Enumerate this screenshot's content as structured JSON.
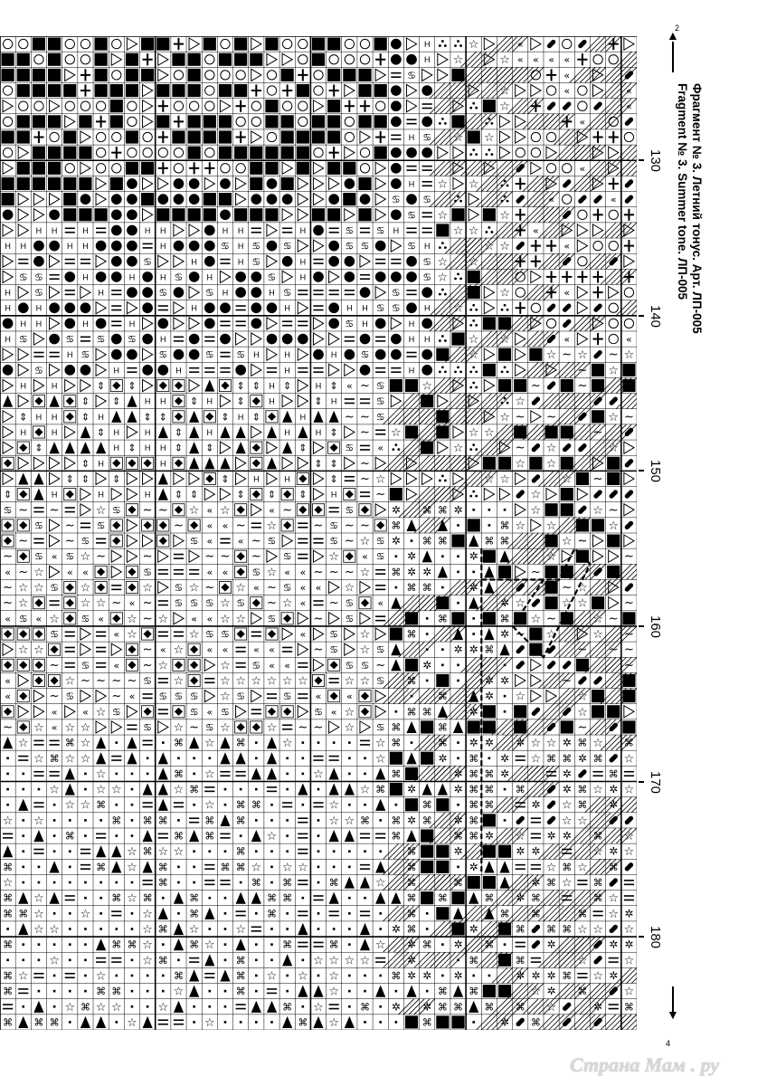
{
  "caption": {
    "ru": "Фрагмент № 3.  Летний тонус.  Арт. ЛП-005",
    "en": "Fragment № 3.  Summer tone.  ЛП-005"
  },
  "page_marks": {
    "top": "2",
    "bottom": "4"
  },
  "row_ruler": [
    {
      "label": "130",
      "row": 8
    },
    {
      "label": "140",
      "row": 18
    },
    {
      "label": "150",
      "row": 28
    },
    {
      "label": "160",
      "row": 38
    },
    {
      "label": "170",
      "row": 48
    },
    {
      "label": "180",
      "row": 58
    }
  ],
  "grid": {
    "columns": 41,
    "rows": 64
  },
  "symbol_legend": [
    "filled-square",
    "hatch",
    "circle",
    "filled-circle",
    "triangle",
    "cross",
    "h-letter",
    "cancer-sign",
    "diamond-in-square",
    "bar",
    "dot",
    "star",
    "fan",
    "arrow-up-triangle",
    "slash",
    "tilde",
    "spark",
    "flower",
    "capsule",
    "three-dots",
    "double-arrow"
  ],
  "watermark": "Страна Мам . ру"
}
